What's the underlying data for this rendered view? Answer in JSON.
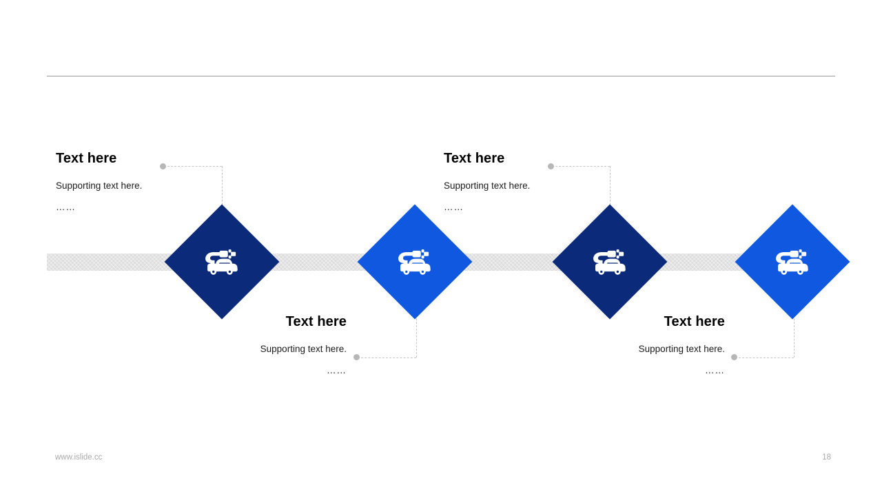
{
  "slide": {
    "page_number": "18",
    "footer_url": "www.islide.cc",
    "colors": {
      "navy": "#0b2b7a",
      "blue": "#1158e0",
      "bar_gray": "#dcdcdc",
      "rule_gray": "#9a9a9a",
      "connector_gray": "#c4c4c4",
      "dot_gray": "#b7b7b7",
      "footer_gray": "#a8a8a8"
    }
  },
  "milestones": [
    {
      "id": "milestone-1",
      "icon": "ev-charging-icon",
      "color": "#0b2b7a",
      "position": "above",
      "align": "left",
      "title": "Text here",
      "body": "Supporting  text here.",
      "dots": "……"
    },
    {
      "id": "milestone-2",
      "icon": "ev-charging-icon",
      "color": "#1158e0",
      "position": "below",
      "align": "right",
      "title": "Text here",
      "body": "Supporting  text here.",
      "dots": "……"
    },
    {
      "id": "milestone-3",
      "icon": "ev-charging-icon",
      "color": "#0b2b7a",
      "position": "above",
      "align": "left",
      "title": "Text here",
      "body": "Supporting  text here.",
      "dots": "……"
    },
    {
      "id": "milestone-4",
      "icon": "ev-charging-icon",
      "color": "#1158e0",
      "position": "below",
      "align": "right",
      "title": "Text here",
      "body": "Supporting  text here.",
      "dots": "……"
    }
  ]
}
